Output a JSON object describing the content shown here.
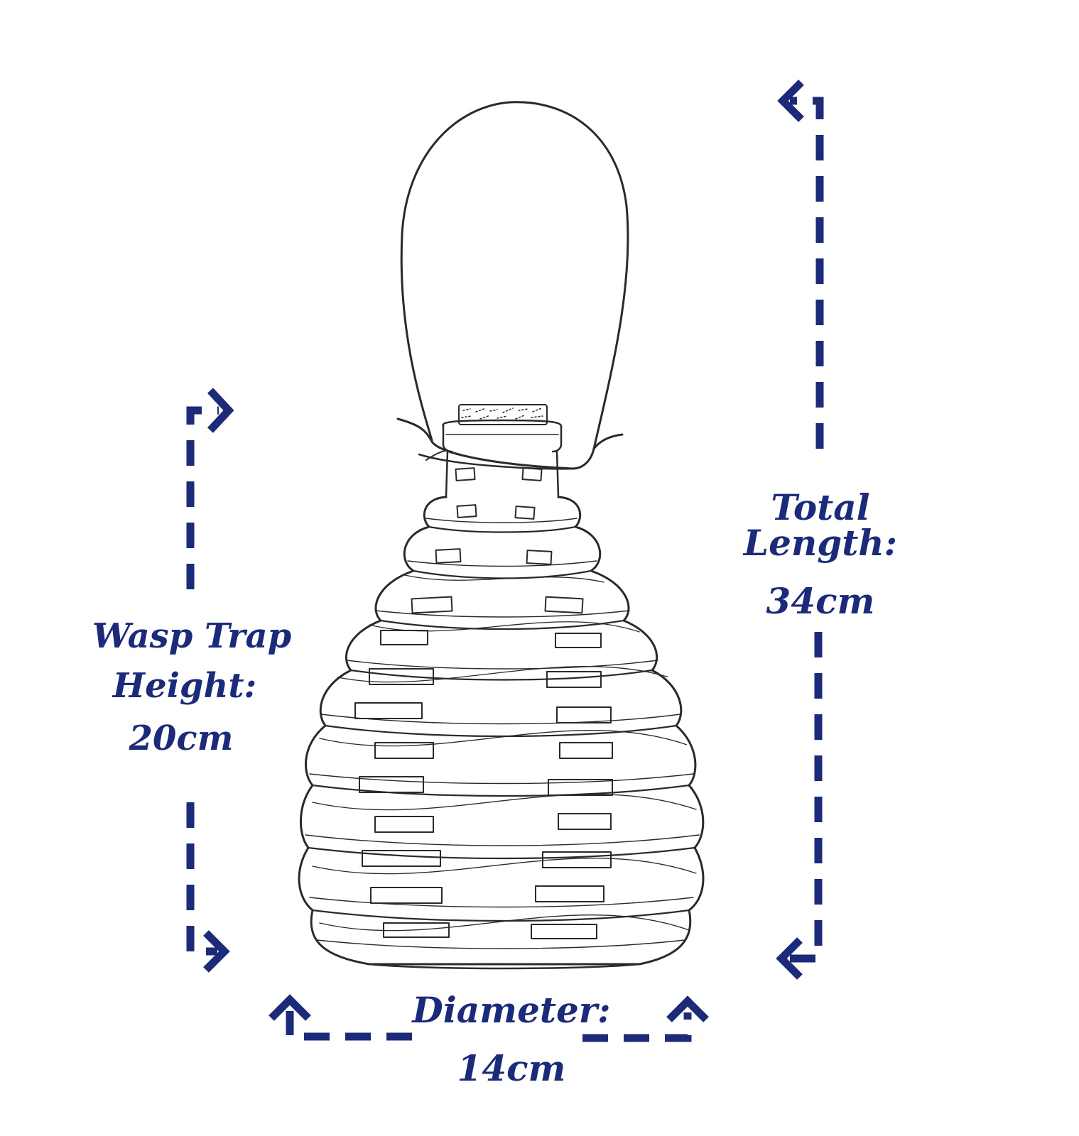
{
  "labels": {
    "height": {
      "line1": "Wasp Trap",
      "line2": "Height:",
      "line3": "20cm"
    },
    "total_length": {
      "line1": "Total Length:",
      "line2": "34cm"
    },
    "diameter": {
      "line1": "Diameter:",
      "line2": "14cm"
    }
  },
  "colors": {
    "dimension_color": "#1c2a7a",
    "sketch_color": "#2a2a2a",
    "background": "#ffffff"
  }
}
